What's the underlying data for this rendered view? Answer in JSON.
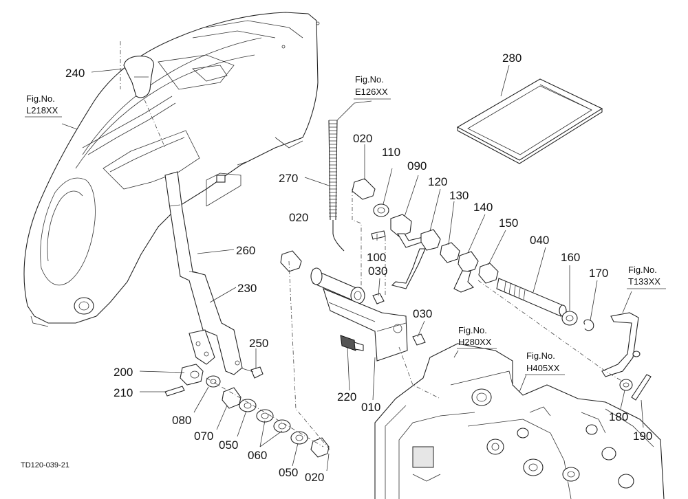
{
  "callouts": [
    {
      "id": "240",
      "text": "240"
    },
    {
      "id": "260",
      "text": "260"
    },
    {
      "id": "230",
      "text": "230"
    },
    {
      "id": "250",
      "text": "250"
    },
    {
      "id": "200",
      "text": "200"
    },
    {
      "id": "210",
      "text": "210"
    },
    {
      "id": "080",
      "text": "080"
    },
    {
      "id": "070",
      "text": "070"
    },
    {
      "id": "050a",
      "text": "050"
    },
    {
      "id": "060",
      "text": "060"
    },
    {
      "id": "050b",
      "text": "050"
    },
    {
      "id": "020c",
      "text": "020"
    },
    {
      "id": "270",
      "text": "270"
    },
    {
      "id": "020a",
      "text": "020"
    },
    {
      "id": "110",
      "text": "110"
    },
    {
      "id": "090",
      "text": "090"
    },
    {
      "id": "120",
      "text": "120"
    },
    {
      "id": "130",
      "text": "130"
    },
    {
      "id": "140",
      "text": "140"
    },
    {
      "id": "150",
      "text": "150"
    },
    {
      "id": "040",
      "text": "040"
    },
    {
      "id": "160",
      "text": "160"
    },
    {
      "id": "170",
      "text": "170"
    },
    {
      "id": "020b",
      "text": "020"
    },
    {
      "id": "100",
      "text": "100"
    },
    {
      "id": "030a",
      "text": "030"
    },
    {
      "id": "030b",
      "text": "030"
    },
    {
      "id": "220",
      "text": "220"
    },
    {
      "id": "010",
      "text": "010"
    },
    {
      "id": "180",
      "text": "180"
    },
    {
      "id": "190",
      "text": "190"
    },
    {
      "id": "280",
      "text": "280"
    }
  ],
  "figure_refs": [
    {
      "id": "L218",
      "line1": "Fig.No.",
      "line2": "L218XX"
    },
    {
      "id": "E126",
      "line1": "Fig.No.",
      "line2": "E126XX"
    },
    {
      "id": "H280",
      "line1": "Fig.No.",
      "line2": "H280XX"
    },
    {
      "id": "H405",
      "line1": "Fig.No.",
      "line2": "H405XX"
    },
    {
      "id": "T133",
      "line1": "Fig.No.",
      "line2": "T133XX"
    }
  ],
  "drawing_code": "TD120-039-21"
}
